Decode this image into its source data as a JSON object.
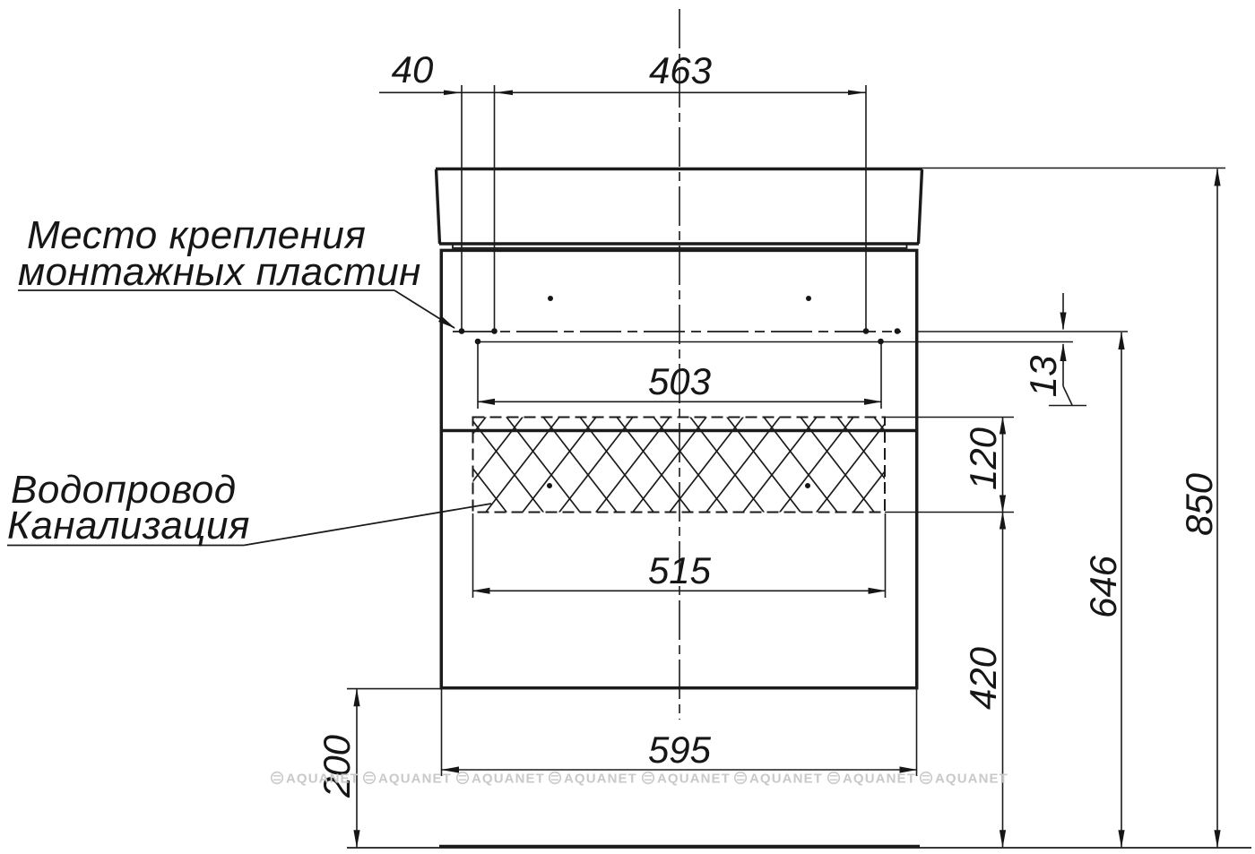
{
  "drawing": {
    "labels": {
      "mounting_plates_line1": "Место крепления",
      "mounting_plates_line2": "монтажных пластин",
      "plumbing_line1": "Водопровод",
      "plumbing_line2": "Канализация"
    },
    "dims": {
      "d40": "40",
      "d463": "463",
      "d503": "503",
      "d515": "515",
      "d595": "595",
      "d13": "13",
      "d120": "120",
      "d200": "200",
      "d420": "420",
      "d646": "646",
      "d850": "850"
    },
    "watermark": {
      "text": "AQUANET",
      "color": "#c9c9c9"
    },
    "colors": {
      "line": "#1b1b1b",
      "background": "#ffffff"
    }
  }
}
